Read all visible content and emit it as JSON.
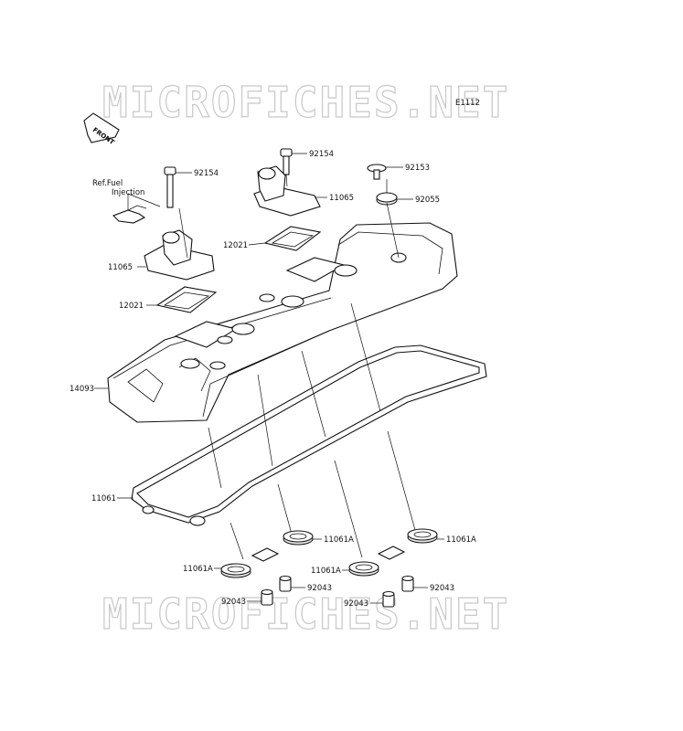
{
  "watermark": "MICROFICHES.NET",
  "diagram_code": "E1112",
  "front_arrow": "FRONT",
  "ref_note": "Ref.Fuel Injection",
  "ref_note_line1": "Ref.Fuel",
  "ref_note_line2": "Injection",
  "parts": {
    "p92154_left": "92154",
    "p92154_mid": "92154",
    "p92153": "92153",
    "p92055": "92055",
    "p11065_right": "11065",
    "p11065_left": "11065",
    "p12021_mid": "12021",
    "p12021_left": "12021",
    "p14093": "14093",
    "p11061": "11061",
    "p11061A_1": "11061A",
    "p11061A_2": "11061A",
    "p11061A_3": "11061A",
    "p11061A_4": "11061A",
    "p92043_1": "92043",
    "p92043_2": "92043",
    "p92043_3": "92043",
    "p92043_4": "92043"
  }
}
